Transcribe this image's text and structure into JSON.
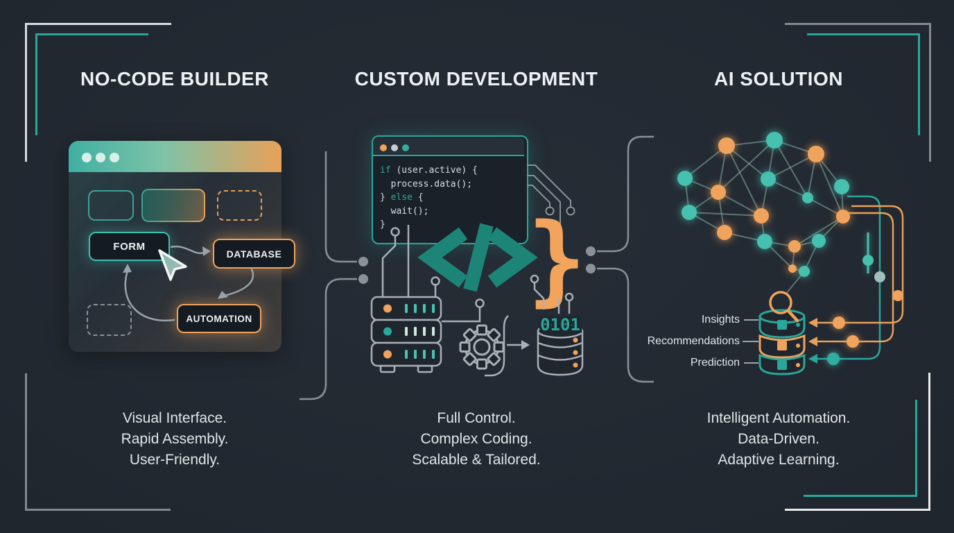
{
  "titles": {
    "col1": "NO-CODE BUILDER",
    "col2": "CUSTOM DEVELOPMENT",
    "col3": "AI SOLUTION"
  },
  "col1": {
    "boxes": {
      "form": "FORM",
      "database": "DATABASE",
      "automation": "AUTOMATION"
    },
    "desc": [
      "Visual Interface.",
      "Rapid Assembly.",
      "User-Friendly."
    ]
  },
  "col2": {
    "code": {
      "kw_if": "if",
      "l1_rest": " (user.active) {",
      "l2": "  process.data();",
      "l3_a": "} ",
      "kw_else": "else",
      "l3_b": " {",
      "l4": "  wait();",
      "l5": "}"
    },
    "symbols": {
      "code": "</>",
      "brace": "}",
      "binary": "0101"
    },
    "desc": [
      "Full Control.",
      "Complex Coding.",
      "Scalable & Tailored."
    ]
  },
  "col3": {
    "outputs": [
      "Insights",
      "Recommendations",
      "Prediction"
    ],
    "desc": [
      "Intelligent Automation.",
      "Data-Driven.",
      "Adaptive Learning."
    ]
  },
  "colors": {
    "background": "#20262e",
    "teal": "#2aa79b",
    "teal_bright": "#46c0af",
    "orange": "#f0a35c",
    "line_gray": "#98a1a9",
    "text_light": "#eef1f4"
  }
}
